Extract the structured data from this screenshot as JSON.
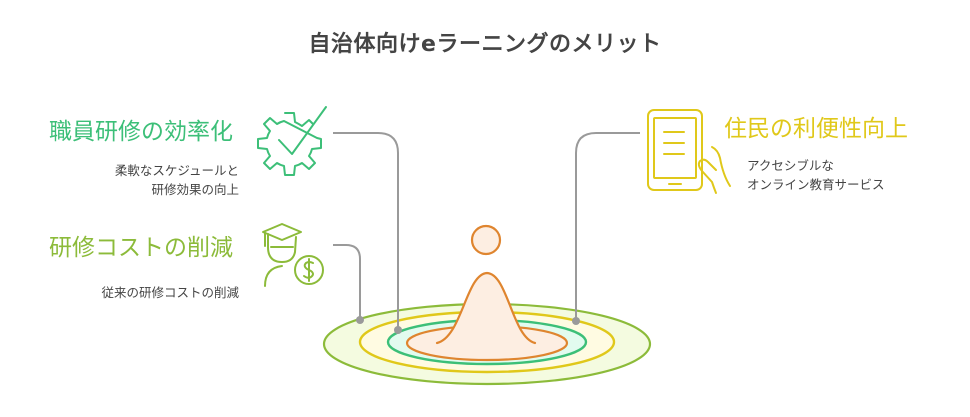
{
  "title": "自治体向けeラーニングのメリット",
  "colors": {
    "title": "#444444",
    "green": "#3cbf78",
    "lime": "#8cbb3a",
    "yellow": "#e0c81a",
    "orange": "#df852f",
    "connector": "#9a9a9a"
  },
  "items": [
    {
      "heading": "職員研修の効率化",
      "description_lines": [
        "柔軟なスケジュールと",
        "研修効果の向上"
      ],
      "icon": "gear-check-icon",
      "color": "#3cbf78"
    },
    {
      "heading": "研修コストの削減",
      "description_lines": [
        "従来の研修コストの削減"
      ],
      "icon": "graduate-money-icon",
      "color": "#8cbb3a"
    },
    {
      "heading": "住民の利便性向上",
      "description_lines": [
        "アクセシブルな",
        "オンライン教育サービス"
      ],
      "icon": "tablet-hand-icon",
      "color": "#e0c81a"
    }
  ],
  "center_graphic": {
    "icon": "ripple-person-icon",
    "rings": [
      "lime",
      "yellow",
      "green",
      "orange"
    ]
  }
}
